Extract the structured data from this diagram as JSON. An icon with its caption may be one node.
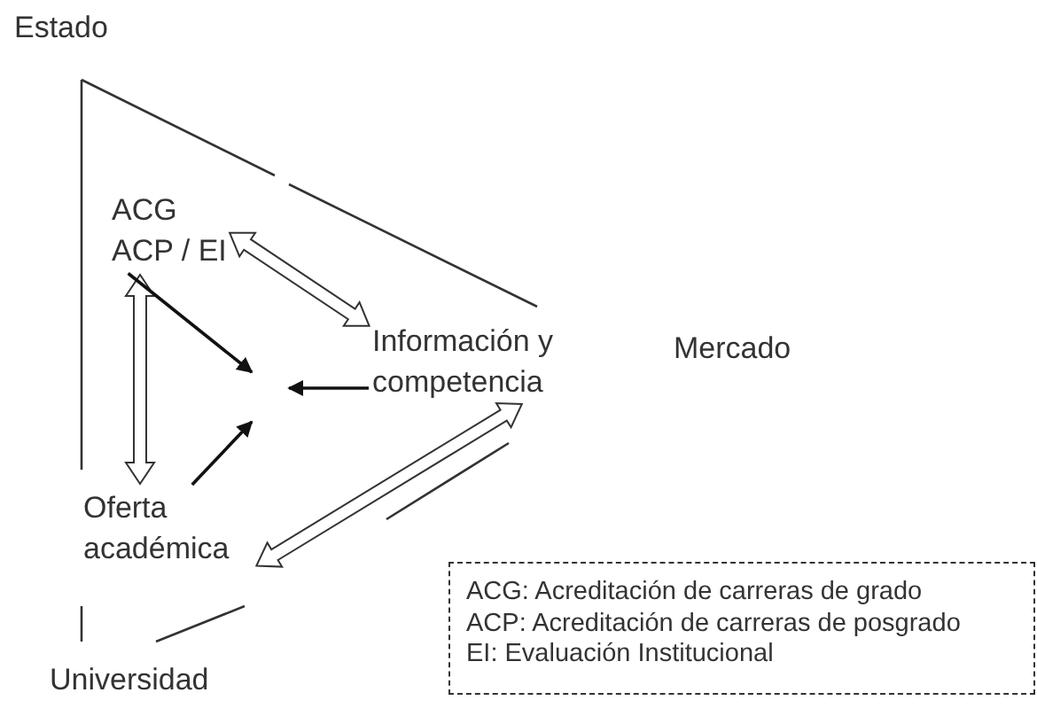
{
  "diagram": {
    "nodes": [
      {
        "text": [
          "ACG",
          "ACP / EI"
        ]
      },
      {
        "text": [
          "Información y competencia"
        ]
      },
      {
        "text": [
          "Oferta académica"
        ]
      },
      {
        "text": [
          "ACG: Acreditación de carreras de grado",
          "ACP: Acreditación de carreras de posgrado",
          "EI: Evaluación Institucional"
        ]
      }
    ],
    "edges": [
      {
        "from": 0,
        "to": 1,
        "arrow": "both",
        "style": "thick"
      },
      {
        "from": 0,
        "to": 2,
        "arrow": "both",
        "style": "thick"
      },
      {
        "from": 0,
        "to": null,
        "arrow": "to"
      },
      {
        "from": 1,
        "to": null,
        "arrow": "to"
      },
      {
        "from": 2,
        "to": null,
        "arrow": "to"
      },
      {
        "from": 2,
        "to": 1,
        "arrow": "both",
        "style": "thick"
      }
    ],
    "labels": [
      "Estado",
      "Mercado",
      "Universidad"
    ]
  }
}
